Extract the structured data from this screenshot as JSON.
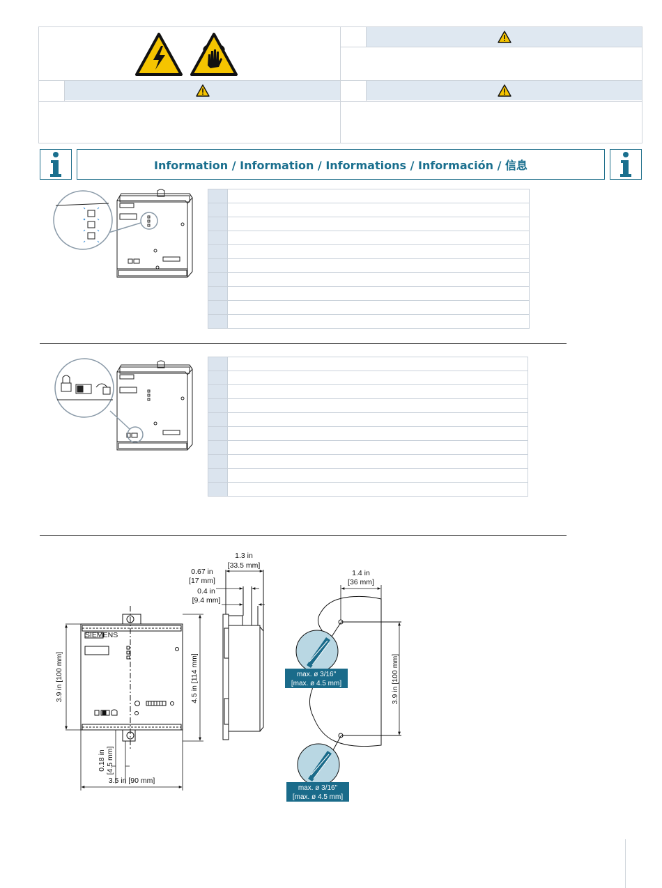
{
  "info_bar": {
    "title": "Information / Information / Informations / Información / 信息"
  },
  "dimensions": {
    "depth_total": "1.3 in",
    "depth_total_mm": "[33.5 mm]",
    "depth_front": "0.67 in",
    "depth_front_mm": "[17 mm]",
    "depth_rail": "0.4 in",
    "depth_rail_mm": "[9.4 mm]",
    "hole_offset": "1.4 in",
    "hole_offset_mm": "[36 mm]",
    "height_body": "3.9 in [100 mm]",
    "height_total": "4.5 in [114 mm]",
    "hole_spacing": "3.9 in [100 mm]",
    "foot_offset": "0.18 in",
    "foot_offset_mm": "[4.5 mm]",
    "width": "3.5 in [90 mm]",
    "drill_1_line1": "max. ø 3/16\"",
    "drill_1_line2": "[max. ø 4.5 mm]",
    "drill_2_line1": "max. ø 3/16\"",
    "drill_2_line2": "[max. ø 4.5 mm]"
  },
  "brand_label": "SIEMENS",
  "colors": {
    "accent_blue": "#1a6f8e",
    "cell_blue": "#dfe8f1",
    "warning_yellow": "#f5c400",
    "callout_teal": "#1a6b8a"
  }
}
